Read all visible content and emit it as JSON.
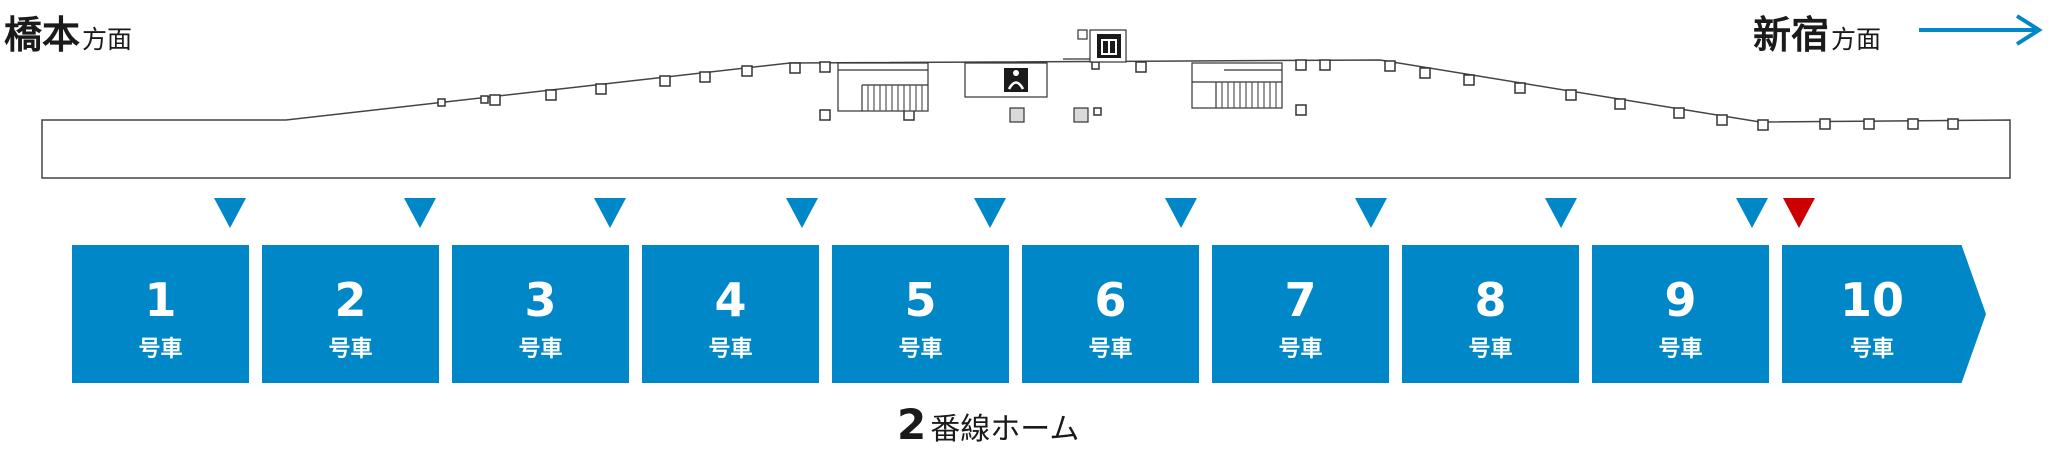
{
  "directions": {
    "left": {
      "name": "橋本",
      "suffix": "方面"
    },
    "right": {
      "name": "新宿",
      "suffix": "方面"
    }
  },
  "cars": [
    {
      "num": "1",
      "unit": "号車"
    },
    {
      "num": "2",
      "unit": "号車"
    },
    {
      "num": "3",
      "unit": "号車"
    },
    {
      "num": "4",
      "unit": "号車"
    },
    {
      "num": "5",
      "unit": "号車"
    },
    {
      "num": "6",
      "unit": "号車"
    },
    {
      "num": "7",
      "unit": "号車"
    },
    {
      "num": "8",
      "unit": "号車"
    },
    {
      "num": "9",
      "unit": "号車"
    },
    {
      "num": "10",
      "unit": "号車"
    }
  ],
  "platform": {
    "number": "2",
    "label": "番線ホーム"
  },
  "colors": {
    "car": "#0087c8",
    "marker": "#0087c8",
    "highlight": "#cc0000"
  },
  "icons": [
    "elevator-icon",
    "accessible-toilet-icon",
    "stairs-icon"
  ]
}
